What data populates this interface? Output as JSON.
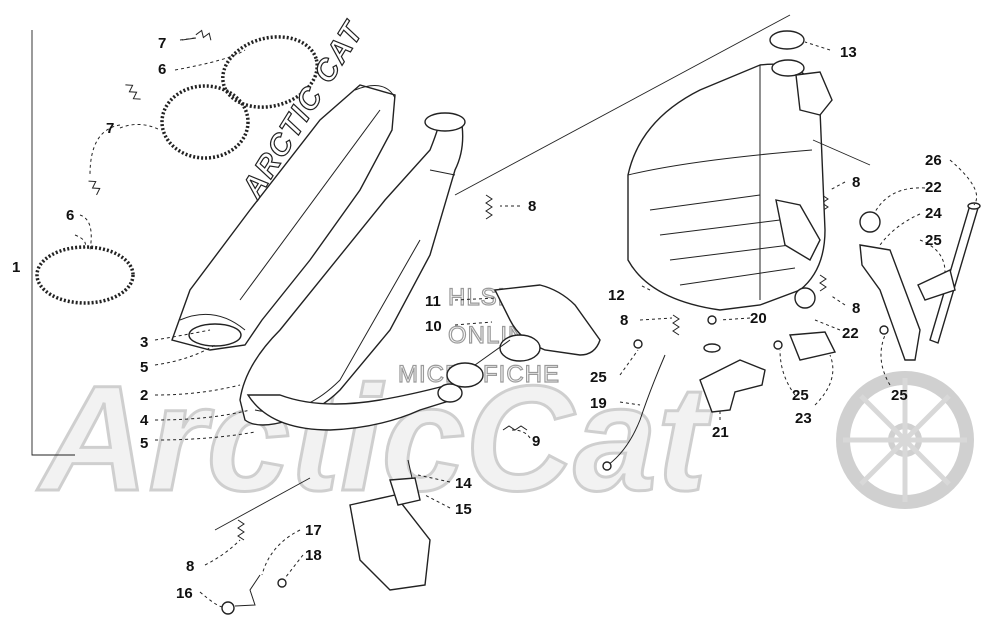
{
  "watermark": {
    "brand": "ArcticCat",
    "line1": "HLSM'S",
    "line2": "ONLINE",
    "line3": "MICROFICHE"
  },
  "muffler_logo": "ARCTIC CAT",
  "callouts": {
    "c1": "1",
    "c2": "2",
    "c3": "3",
    "c4": "4",
    "c5a": "5",
    "c5b": "5",
    "c6a": "6",
    "c6b": "6",
    "c7a": "7",
    "c7b": "7",
    "c8a": "8",
    "c8b": "8",
    "c8c": "8",
    "c8d": "8",
    "c8e": "8",
    "c9": "9",
    "c10": "10",
    "c11": "11",
    "c12": "12",
    "c13": "13",
    "c14": "14",
    "c15": "15",
    "c16": "16",
    "c17": "17",
    "c18": "18",
    "c19": "19",
    "c20": "20",
    "c21": "21",
    "c22a": "22",
    "c22b": "22",
    "c23": "23",
    "c24": "24",
    "c25a": "25",
    "c25b": "25",
    "c25c": "25",
    "c25d": "25",
    "c26": "26"
  }
}
